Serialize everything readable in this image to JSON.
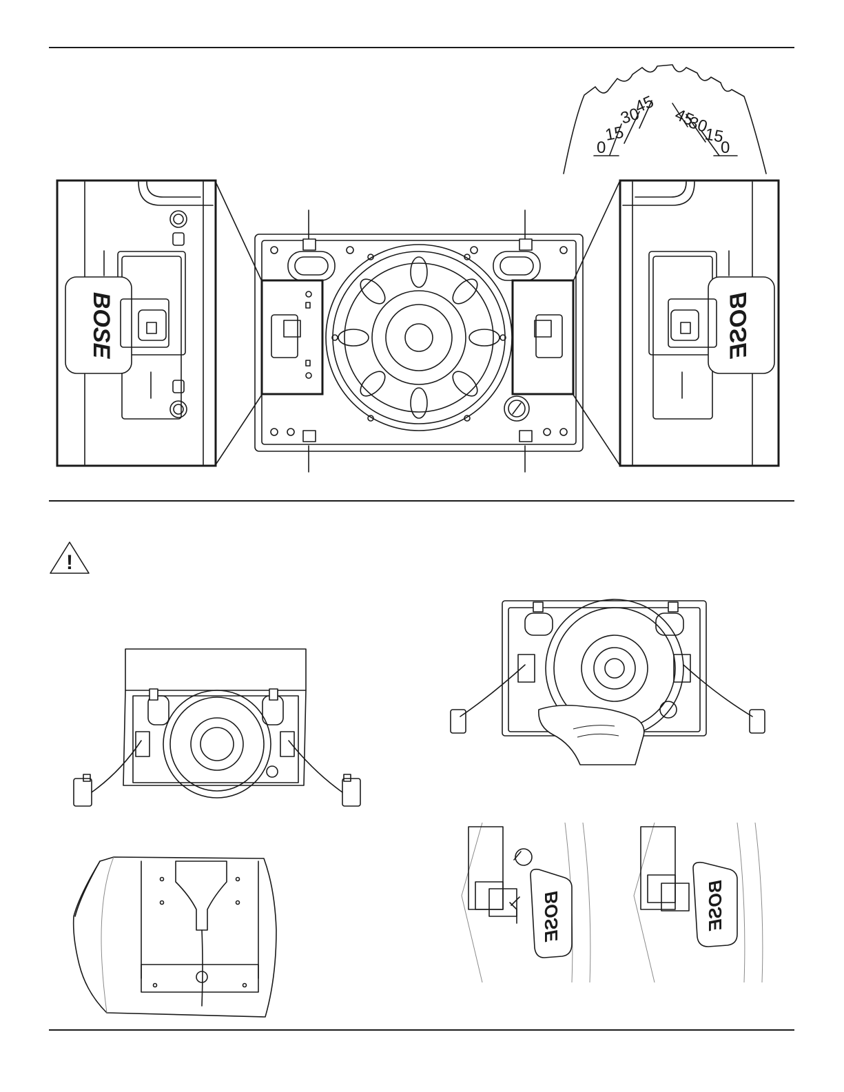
{
  "brand": {
    "logo_text": "BOSE"
  },
  "angle_dial": {
    "left_scale": [
      "0",
      "15",
      "30",
      "45"
    ],
    "right_scale": [
      "45",
      "30",
      "15",
      "0"
    ]
  },
  "warning": {
    "symbol": "!"
  },
  "icons": [
    "warning-triangle-icon",
    "bose-logo-icon"
  ]
}
